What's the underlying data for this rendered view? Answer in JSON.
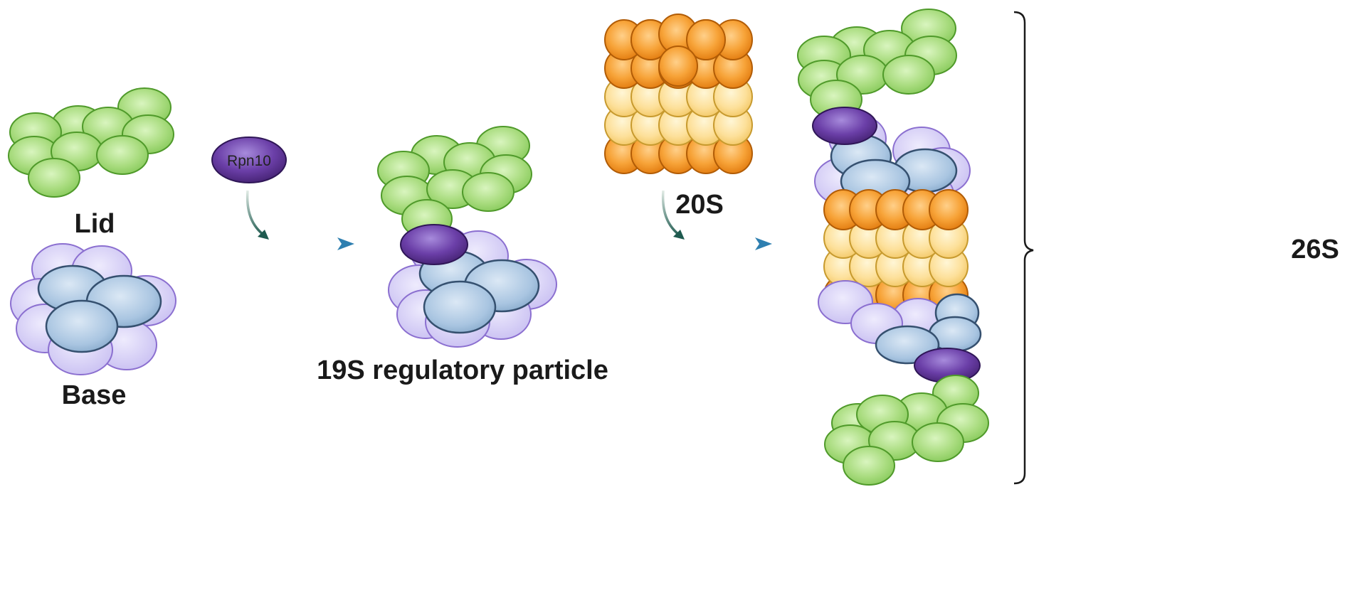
{
  "labels": {
    "lid": "Lid",
    "base": "Base",
    "rpn10": "Rpn10",
    "regulatory": "19S regulatory particle",
    "core": "20S",
    "full": "26S"
  },
  "colors": {
    "lid_fill": "#a9dc7f",
    "lid_stroke": "#4f9a2a",
    "base_outer_fill": "#d7d1f6",
    "base_outer_stroke": "#8b6fd0",
    "base_inner_fill": "#a9c5e1",
    "base_inner_stroke": "#35506f",
    "rpn10_fill": "#6b3fa8",
    "alpha_ring_fill": "#f49a1e",
    "beta_ring_fill": "#fde09a",
    "arrow": "#2e7fb0"
  }
}
